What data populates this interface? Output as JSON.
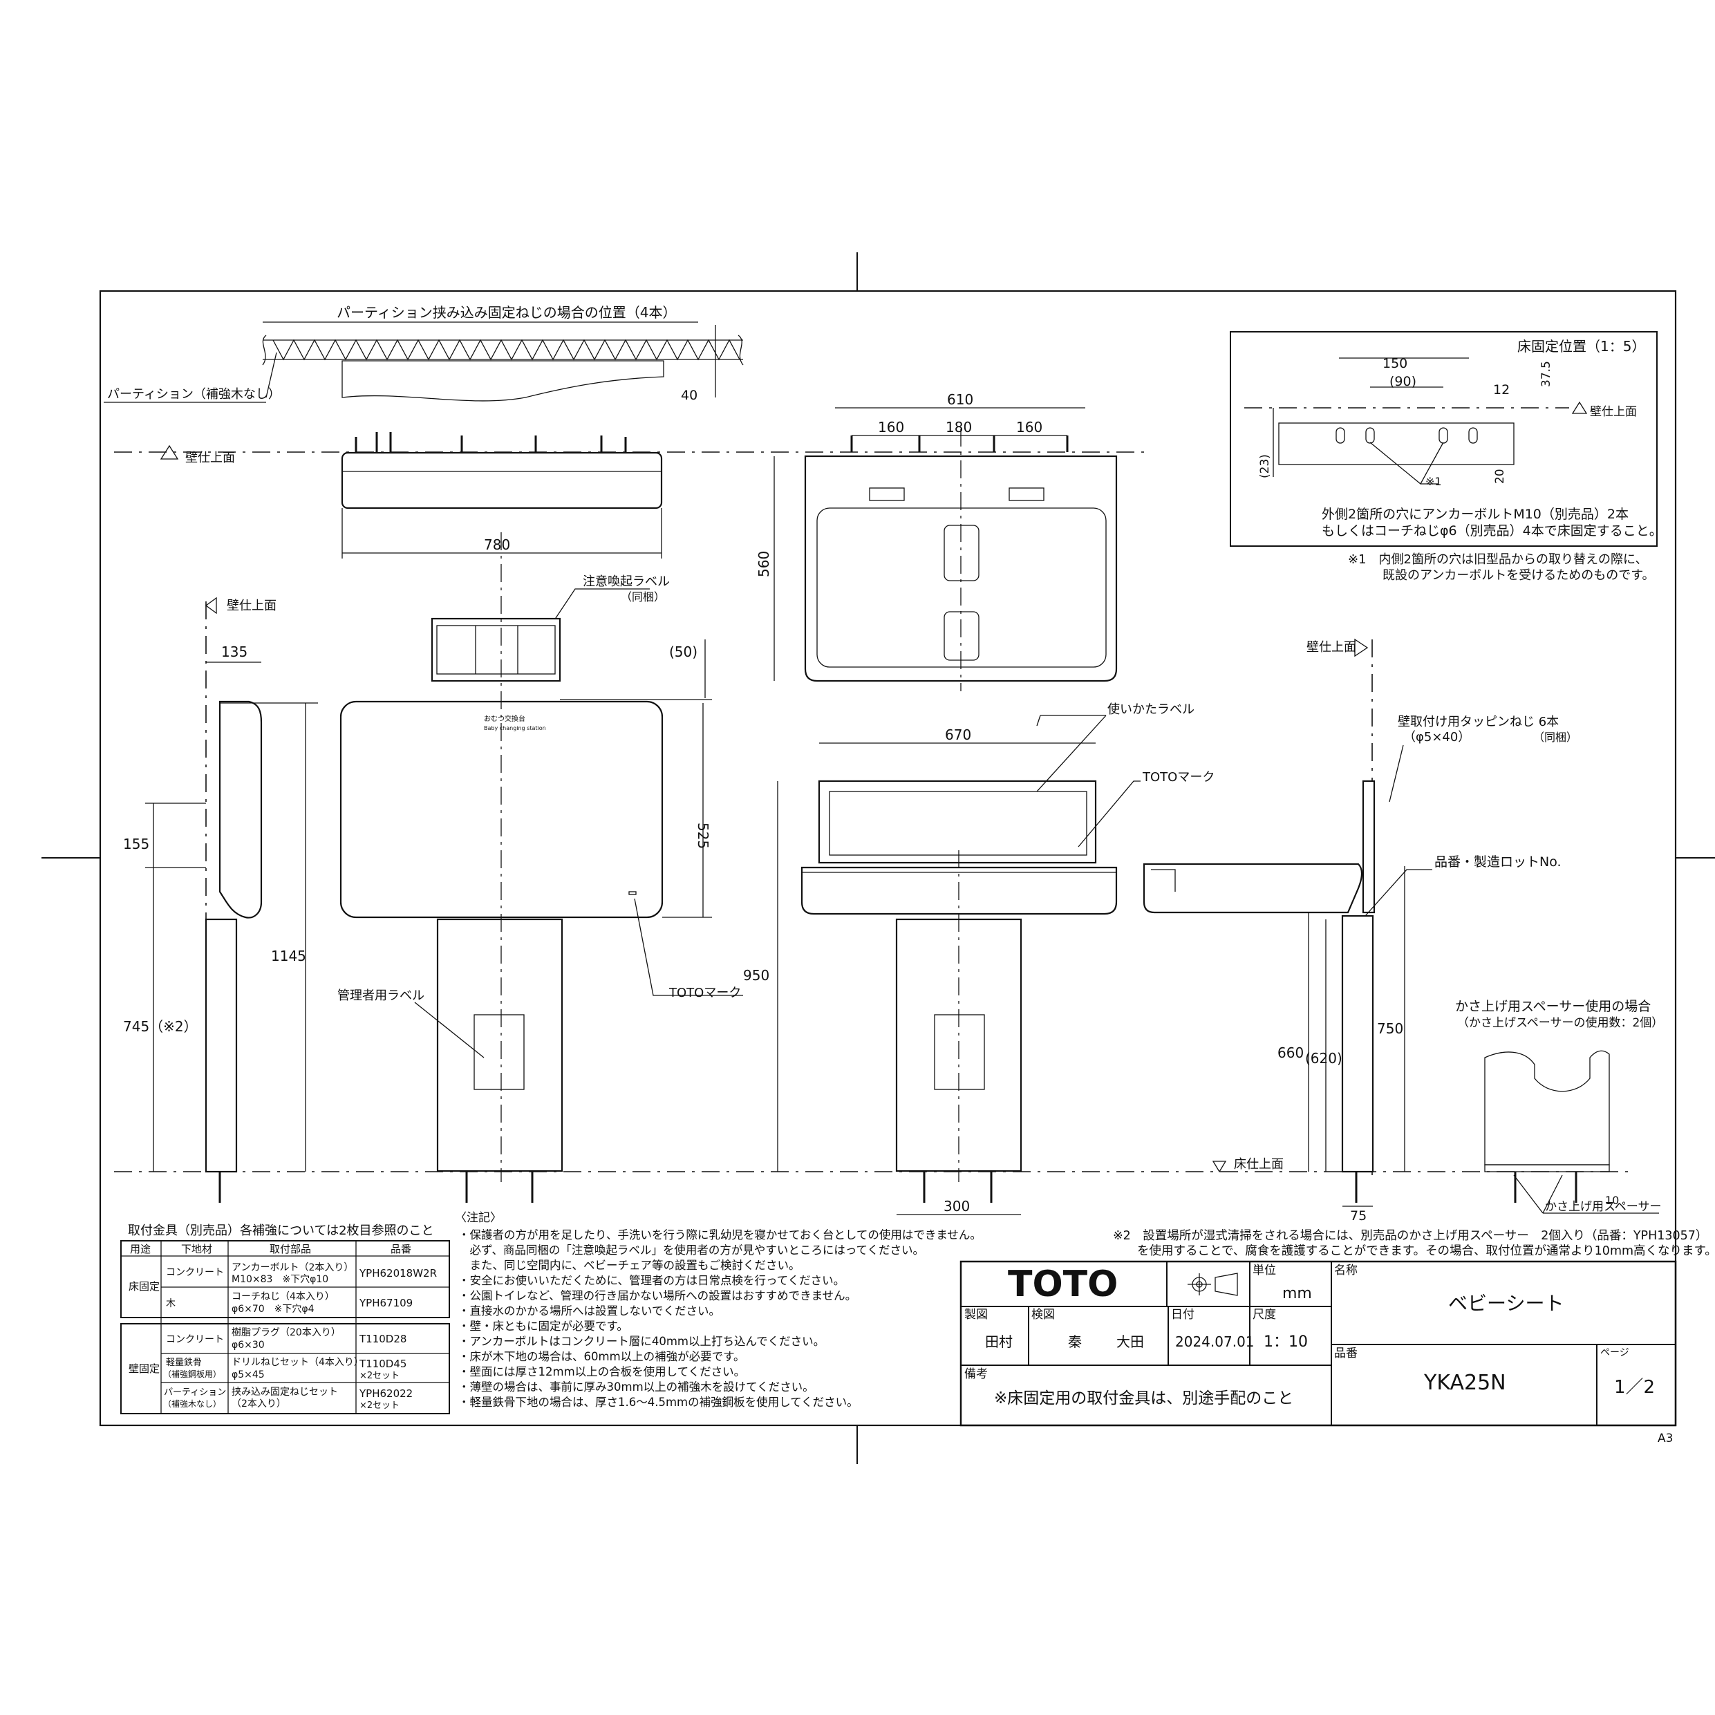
{
  "top_view": {
    "title": "パーティション挟み込み固定ねじの場合の位置（4本）",
    "partition_label": "パーティション（補強木なし）",
    "dim_40": "40",
    "wall_finish": "壁仕上面",
    "dim_780": "780"
  },
  "front_view": {
    "caution_label": "注意喚起ラベル",
    "caution_label_note": "（同梱）",
    "dim_50": "(50)",
    "dim_525": "525",
    "dim_1145": "1145",
    "toto_mark": "TOTOマーク",
    "admin_label": "管理者用ラベル",
    "product_print": "おむつ交換台",
    "product_print_sub": "Baby changing station"
  },
  "side_view": {
    "wall_finish": "壁仕上面",
    "dim_135": "135",
    "dim_155": "155",
    "dim_745": "745（※2）"
  },
  "open_view": {
    "dim_610": "610",
    "dim_160a": "160",
    "dim_180": "180",
    "dim_160b": "160",
    "dim_560": "560"
  },
  "open_front": {
    "usage_label": "使いかたラベル",
    "toto_mark": "TOTOマーク",
    "dim_670": "670",
    "dim_950": "950",
    "dim_300": "300",
    "floor_finish": "床仕上面"
  },
  "open_side": {
    "wall_finish": "壁仕上面",
    "screw_label": "壁取付け用タッピンねじ 6本",
    "screw_spec": "（φ5×40）",
    "screw_note": "（同梱）",
    "lot_label": "品番・製造ロットNo.",
    "dim_750": "750",
    "dim_660": "660",
    "dim_620": "(620)",
    "dim_75": "75"
  },
  "spacer": {
    "title": "かさ上げ用スペーサー使用の場合",
    "subtitle": "（かさ上げスペーサーの使用数：2個）",
    "dim_10": "10",
    "label": "かさ上げ用スペーサー"
  },
  "floor_detail": {
    "title": "床固定位置（1：5）",
    "dim_150": "150",
    "dim_90": "(90)",
    "dim_12": "12",
    "dim_375": "37.5",
    "dim_23": "(23)",
    "dim_20": "20",
    "wall_finish": "壁仕上面",
    "mark_1": "※1",
    "note_a": "外側2箇所の穴にアンカーボルトM10（別売品）2本",
    "note_b": "もしくはコーチねじφ6（別売品）4本で床固定すること。",
    "footnote_1a": "※1　内側2箇所の穴は旧型品からの取り替えの際に、",
    "footnote_1b": "既設のアンカーボルトを受けるためのものです。"
  },
  "footnote_2": {
    "line1": "※2　設置場所が湿式清掃をされる場合には、別売品のかさ上げ用スペーサー　2個入り（品番：YPH13057）",
    "line2": "を使用することで、腐食を護護することができます。その場合、取付位置が通常より10mm高くなります。"
  },
  "parts_table": {
    "title": "取付金具（別売品）各補強については2枚目参照のこと",
    "headers": [
      "用途",
      "下地材",
      "取付部品",
      "品番"
    ],
    "floor_group": "床固定",
    "wall_group": "壁固定",
    "rows": [
      {
        "material": "コンクリート",
        "part": "アンカーボルト（2本入り）",
        "part2": "M10×83　※下穴φ10",
        "code": "YPH62018W2R",
        "code2": ""
      },
      {
        "material": "木",
        "part": "コーチねじ（4本入り）",
        "part2": "φ6×70　※下穴φ4",
        "code": "YPH67109",
        "code2": ""
      },
      {
        "material": "コンクリート",
        "part": "樹脂プラグ（20本入り）",
        "part2": "φ6×30",
        "code": "T110D28",
        "code2": ""
      },
      {
        "material": "軽量鉄骨",
        "material2": "（補強鋼板用）",
        "part": "ドリルねじセット（4本入り）",
        "part2": "φ5×45",
        "code": "T110D45",
        "code2": "×2セット"
      },
      {
        "material": "パーティション",
        "material2": "（補強木なし）",
        "part": "挟み込み固定ねじセット",
        "part2": "（2本入り）",
        "code": "YPH62022",
        "code2": "×2セット"
      }
    ]
  },
  "notes": {
    "heading": "〈注記〉",
    "items": [
      "・保護者の方が用を足したり、手洗いを行う際に乳幼児を寝かせておく台としての使用はできません。",
      "　必ず、商品同梱の「注意喚起ラベル」を使用者の方が見やすいところにはってください。",
      "　また、同じ空間内に、ベビーチェア等の設置もご検討ください。",
      "・安全にお使いいただくために、管理者の方は日常点検を行ってください。",
      "・公園トイレなど、管理の行き届かない場所への設置はおすすめできません。",
      "・直接水のかかる場所へは設置しないでください。",
      "・壁・床ともに固定が必要です。",
      "・アンカーボルトはコンクリート層に40mm以上打ち込んでください。",
      "・床が木下地の場合は、60mm以上の補強が必要です。",
      "・壁面には厚さ12mm以上の合板を使用してください。",
      "・薄壁の場合は、事前に厚み30mm以上の補強木を設けてください。",
      "・軽量鉄骨下地の場合は、厚さ1.6～4.5mmの補強鋼板を使用してください。"
    ]
  },
  "title_block": {
    "brand": "TOTO",
    "unit_label": "単位",
    "unit": "mm",
    "name_label": "名称",
    "name": "ベビーシート",
    "drawn_label": "製図",
    "drawn": "田村",
    "checked_label": "検図",
    "checked1": "秦",
    "checked2": "大田",
    "date_label": "日付",
    "date": "2024.07.01",
    "scale_label": "尺度",
    "scale": "1：10",
    "code_label": "品番",
    "code": "YKA25N",
    "page_label": "ページ",
    "page": "1／2",
    "remarks_label": "備考",
    "remarks": "※床固定用の取付金具は、別途手配のこと"
  },
  "sheet_size": "A3"
}
